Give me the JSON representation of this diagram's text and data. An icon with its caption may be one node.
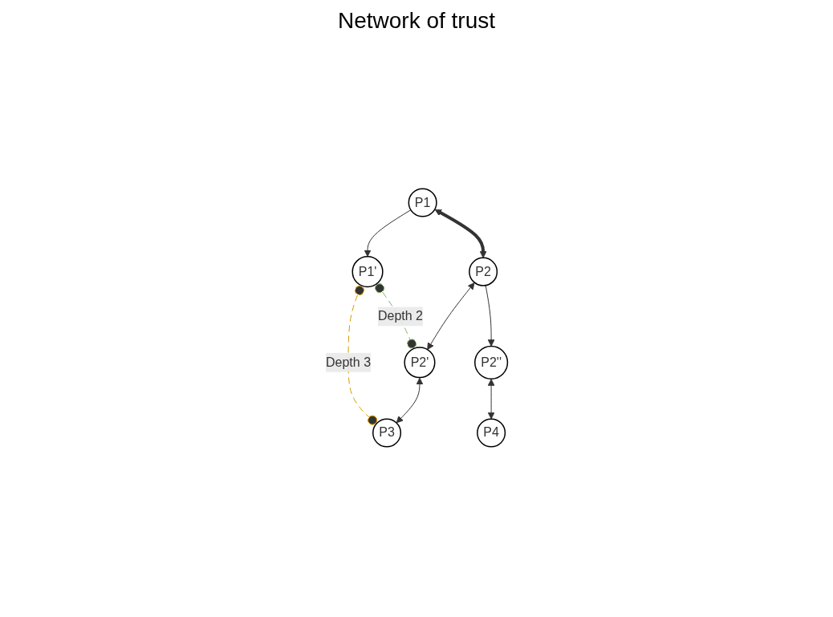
{
  "diagram": {
    "title": "Network of trust",
    "nodes": [
      {
        "text": [
          "P1"
        ]
      },
      {
        "text": [
          "P2"
        ]
      },
      {
        "text": [
          "P1'"
        ]
      },
      {
        "text": [
          "P2'"
        ]
      },
      {
        "text": [
          "P2''"
        ]
      },
      {
        "text": [
          "P3"
        ]
      },
      {
        "text": [
          "P4"
        ]
      }
    ],
    "edges": [
      {
        "from": 0,
        "to": 1,
        "arrow": "both",
        "style": "thick"
      },
      {
        "from": 0,
        "to": 2,
        "arrow": "to"
      },
      {
        "from": 1,
        "to": 3,
        "arrow": "both"
      },
      {
        "from": 1,
        "to": 4,
        "arrow": "to"
      },
      {
        "from": 3,
        "to": 5,
        "arrow": "both"
      },
      {
        "from": 4,
        "to": 6,
        "arrow": "both"
      },
      {
        "from": 2,
        "to": 3,
        "arrow": "other",
        "label": "Depth 2",
        "style": "dashed",
        "color": "#82b366"
      },
      {
        "from": 2,
        "to": 5,
        "arrow": "other",
        "label": "Depth 3",
        "style": "dashed",
        "color": "#d79b00"
      }
    ]
  }
}
